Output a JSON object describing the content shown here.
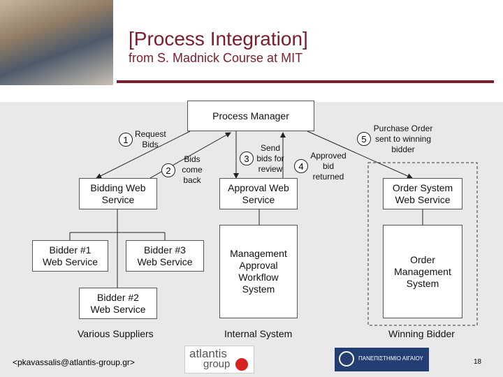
{
  "slide": {
    "title": "[Process Integration]",
    "subtitle": "from S. Madnick Course at MIT",
    "page_number": "18"
  },
  "diagram": {
    "process_manager": "Process Manager",
    "bidding_web_service": "Bidding Web\nService",
    "approval_web_service": "Approval Web\nService",
    "order_system_web_service": "Order System\nWeb Service",
    "bidder1": "Bidder #1\nWeb Service",
    "bidder3": "Bidder #3\nWeb Service",
    "bidder2": "Bidder #2\nWeb Service",
    "management_system": "Management\nApproval\nWorkflow\nSystem",
    "order_management": "Order\nManagement\nSystem",
    "steps": [
      {
        "num": "1",
        "label": "Request\nBids"
      },
      {
        "num": "2",
        "label": "Bids\ncome\nback"
      },
      {
        "num": "3",
        "label": "Send\nbids for\nreview"
      },
      {
        "num": "4",
        "label": "Approved\nbid\nreturned"
      },
      {
        "num": "5",
        "label": "Purchase Order\nsent to winning\nbidder"
      }
    ],
    "groups": {
      "suppliers": "Various Suppliers",
      "internal": "Internal System",
      "winning": "Winning Bidder"
    }
  },
  "footer": {
    "email": "<pkavassalis@atlantis-group.gr>",
    "logo_atlantis_line1": "atlantis",
    "logo_atlantis_line2": "group",
    "logo_university": "ΠΑΝΕΠΙΣΤΗΜΙΟ ΑΙΓΑΙΟΥ"
  },
  "colors": {
    "accent": "#7a1e2e",
    "diagram_bg": "#e9e9e9",
    "footer_logo_blue": "#223e72"
  }
}
